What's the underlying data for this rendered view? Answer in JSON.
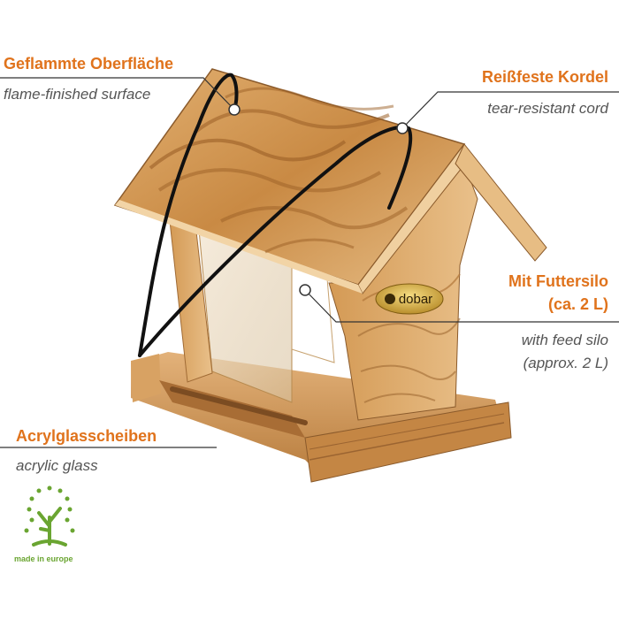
{
  "callouts": {
    "surface": {
      "de": "Geflammte Oberfläche",
      "en": "flame-finished surface"
    },
    "cord": {
      "de": "Reißfeste Kordel",
      "en": "tear-resistant cord"
    },
    "silo": {
      "de_line1": "Mit Futtersilo",
      "de_line2": "(ca. 2 L)",
      "en_line1": "with feed silo",
      "en_line2": "(approx. 2 L)"
    },
    "glass": {
      "de": "Acrylglasscheiben",
      "en": "acrylic glass"
    }
  },
  "brand_plate": {
    "text": "dobar"
  },
  "eu_logo": {
    "text": "made in europe"
  },
  "colors": {
    "accent": "#e0731c",
    "text_gray": "#555555",
    "logo_green": "#6aa531",
    "wood": "#d9a15f",
    "wood_dark": "#8a5a2b"
  }
}
